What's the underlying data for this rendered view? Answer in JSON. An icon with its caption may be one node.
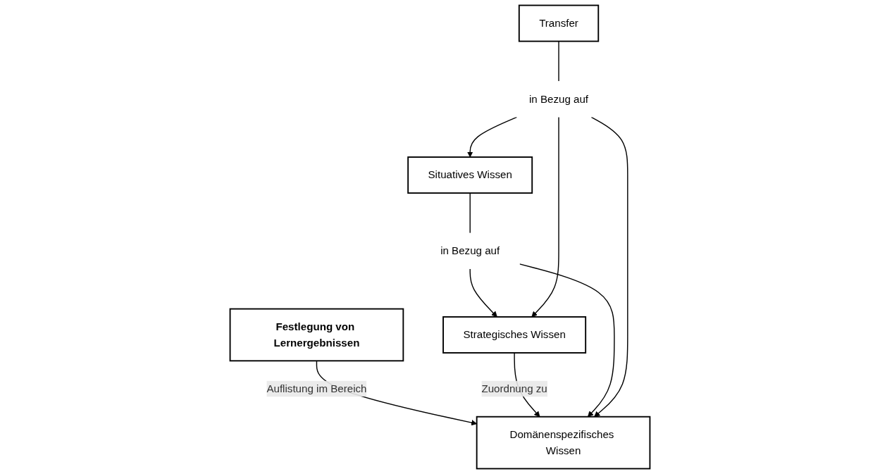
{
  "diagram": {
    "nodes": [
      {
        "text": [
          "Festlegung von Lernergebnissen"
        ]
      },
      {
        "text": [
          "Domänenspezifisches Wissen"
        ]
      },
      {
        "text": [
          "in Bezug auf"
        ]
      },
      {
        "text": [
          "Situatives Wissen"
        ]
      },
      {
        "text": [
          "in Bezug auf"
        ]
      },
      {
        "text": [
          "Transfer"
        ]
      },
      {
        "text": [
          "Strategisches Wissen"
        ]
      }
    ],
    "edges": [
      {
        "from": 0,
        "to": 1,
        "arrow": "to",
        "label": "Auflistung im Bereich"
      },
      {
        "from": 6,
        "to": 1,
        "arrow": "to",
        "label": "Zuordnung zu"
      },
      {
        "from": 3,
        "to": 2,
        "arrow": "none"
      },
      {
        "from": 2,
        "to": 1,
        "arrow": "to"
      },
      {
        "from": 2,
        "to": 6,
        "arrow": "to"
      },
      {
        "from": 5,
        "to": 4,
        "arrow": "none"
      },
      {
        "from": 4,
        "to": 3,
        "arrow": "to"
      },
      {
        "from": 4,
        "to": 1,
        "arrow": "to"
      },
      {
        "from": 4,
        "to": 6,
        "arrow": "to"
      }
    ]
  }
}
